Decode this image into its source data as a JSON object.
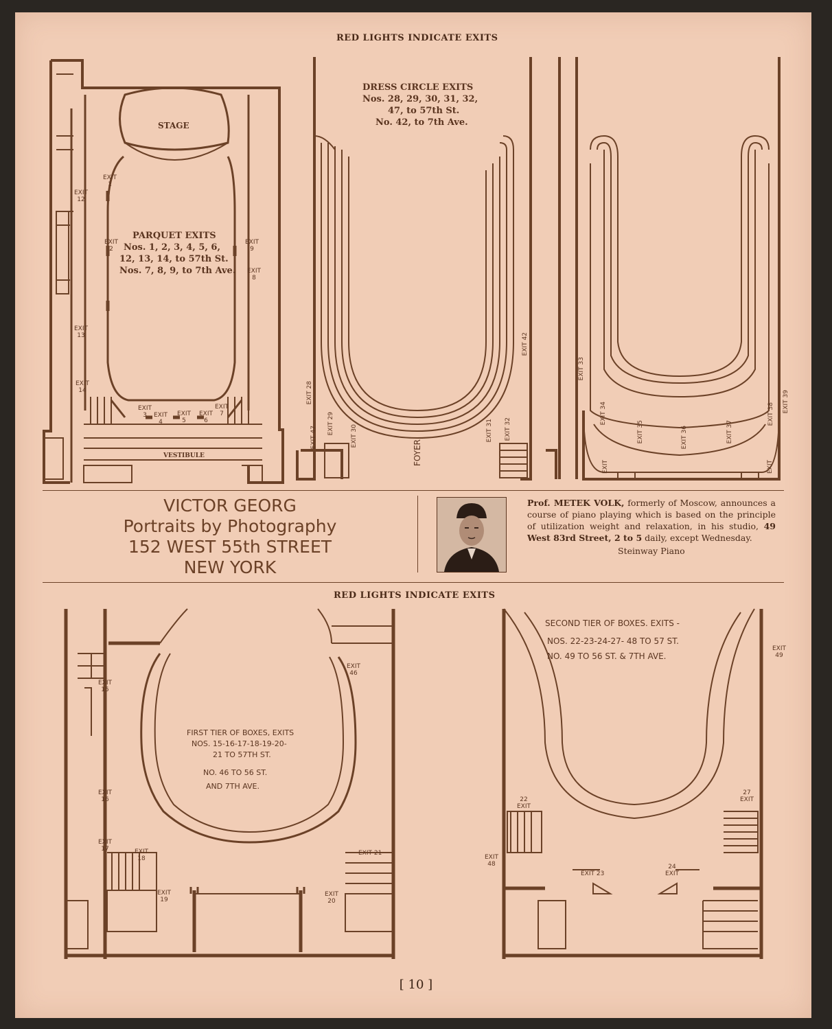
{
  "top_heading": "RED LIGHTS INDICATE EXITS",
  "bottom_heading": "RED LIGHTS INDICATE EXITS",
  "parquet": {
    "stage": "STAGE",
    "title": "PARQUET EXITS",
    "line1": "Nos. 1, 2, 3, 4, 5, 6,",
    "line2": "12, 13, 14, to 57th St.",
    "line3": "Nos. 7, 8, 9, to 7th Ave.",
    "vestibule": "VESTIBULE",
    "exits": [
      "EXIT 1",
      "EXIT 2",
      "EXIT 9",
      "EXIT 8",
      "EXIT 12",
      "EXIT 13",
      "EXIT 14",
      "EXIT 3",
      "EXIT 4",
      "EXIT 5",
      "EXIT 6",
      "EXIT 7"
    ]
  },
  "dress_circle": {
    "title": "DRESS CIRCLE EXITS",
    "line1": "Nos. 28, 29, 30, 31, 32,",
    "line2": "47, to 57th St.",
    "line3": "No. 42, to 7th Ave.",
    "foyer": "FOYER",
    "exits": [
      "EXIT 28",
      "EXIT 47",
      "EXIT 29",
      "EXIT 30",
      "EXIT 31",
      "EXIT 32",
      "EXIT 42"
    ]
  },
  "balcony": {
    "exits": [
      "EXIT 33",
      "EXIT 34",
      "EXIT 35",
      "EXIT 36",
      "EXIT 37",
      "EXIT 38",
      "EXIT 39",
      "EXIT",
      "EXIT"
    ]
  },
  "georg_ad": {
    "name": "VICTOR GEORG",
    "tagline": "Portraits by Photography",
    "address": "152 WEST 55th STREET",
    "city": "NEW YORK"
  },
  "volk_ad": {
    "prefix": "Prof. ",
    "name": "METEK VOLK,",
    "text1": " formerly of Moscow, announces a course of piano playing which is based on the principle of utilization weight and relaxation, in his studio, ",
    "address": "49 West 83rd Street, 2 to 5",
    "text2": " daily, except Wednesday.",
    "piano": "Steinway Piano"
  },
  "first_tier": {
    "line1": "FIRST TIER OF BOXES, EXITS",
    "line2": "NOS. 15-16-17-18-19-20-",
    "line3": "21 TO 57TH ST.",
    "line4": "NO. 46 TO 56 ST.",
    "line5": "AND 7TH AVE.",
    "exits": [
      "EXIT 15",
      "EXIT 46",
      "EXIT 16",
      "EXIT 17",
      "EXIT 18",
      "EXIT 19",
      "EXIT 20",
      "EXIT 21"
    ]
  },
  "second_tier": {
    "line1": "SECOND TIER OF BOXES. EXITS -",
    "line2": "NOS. 22-23-24-27- 48 TO 57 ST.",
    "line3": "NO. 49 TO 56 ST. & 7TH AVE.",
    "exits": [
      "EXIT 49",
      "22 EXIT",
      "27 EXIT",
      "EXIT 48",
      "EXIT 23",
      "24 EXIT"
    ]
  },
  "page_number": "[ 10 ]"
}
